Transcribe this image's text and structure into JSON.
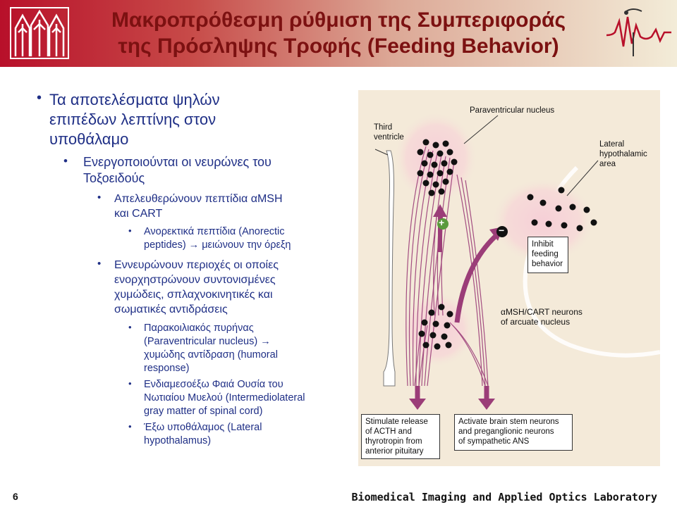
{
  "header": {
    "title_line1": "Μακροπρόθεσμη ρύθμιση της Συμπεριφοράς",
    "title_line2": "της Πρόσληψης Τροφής (Feeding Behavior)"
  },
  "bullets": {
    "l1_a": "Τα αποτελέσματα ψηλών",
    "l1_b": "επιπέδων λεπτίνης στον",
    "l1_c": "υποθάλαμο",
    "l2_a": "Ενεργοποιούνται οι νευρώνες του",
    "l2_b": "Τοξοειδούς",
    "l3_a": "Απελευθερώνουν πεπτίδια αMSH",
    "l3_b": "και CART",
    "l4_a": "Ανορεκτικά πεπτίδια (Anorectic",
    "l4_b": "peptides) → μειώνουν την όρεξη",
    "l3_c": "Εννευρώνουν περιοχές οι οποίες",
    "l3_d": "ενορχηστρώνουν συντονισμένες",
    "l3_e": "χυμώδεις, σπλαχνοκινητικές και",
    "l3_f": "σωματικές αντιδράσεις",
    "l4_c": "Παρακοιλιακός πυρήνας",
    "l4_d": "(Paraventricular nucleus) →",
    "l4_e": "χυμώδης αντίδραση  (humoral",
    "l4_f": "response)",
    "l4_g": "Ενδιαμεσοέξω Φαιά Ουσία του",
    "l4_h": "Νωτιαίου Μυελού (Intermediolateral",
    "l4_i": "gray matter of spinal cord)",
    "l4_j": "Έξω υποθάλαμος (Lateral",
    "l4_k": "hypothalamus)"
  },
  "figure": {
    "paraventricular": "Paraventricular nucleus",
    "third_ventricle_1": "Third",
    "third_ventricle_2": "ventricle",
    "lateral_1": "Lateral",
    "lateral_2": "hypothalamic",
    "lateral_3": "area",
    "plus": "+",
    "minus": "−",
    "inhibit_1": "Inhibit",
    "inhibit_2": "feeding",
    "inhibit_3": "behavior",
    "arcuate_1": "αMSH/CART neurons",
    "arcuate_2": "of arcuate nucleus",
    "stim_1": "Stimulate release",
    "stim_2": "of ACTH and",
    "stim_3": "thyrotropin from",
    "stim_4": "anterior pituitary",
    "act_1": "Activate brain stem neurons",
    "act_2": "and preganglionic neurons",
    "act_3": "of sympathetic ANS"
  },
  "footer": {
    "page_number": "6",
    "lab_name": "Biomedical Imaging and Applied Optics Laboratory"
  },
  "colors": {
    "title": "#7c1111",
    "bullet_text": "#1f2f86",
    "fiber": "#9b3d78",
    "figure_bg": "#f4ead9",
    "glow": "#f2c9d2"
  }
}
